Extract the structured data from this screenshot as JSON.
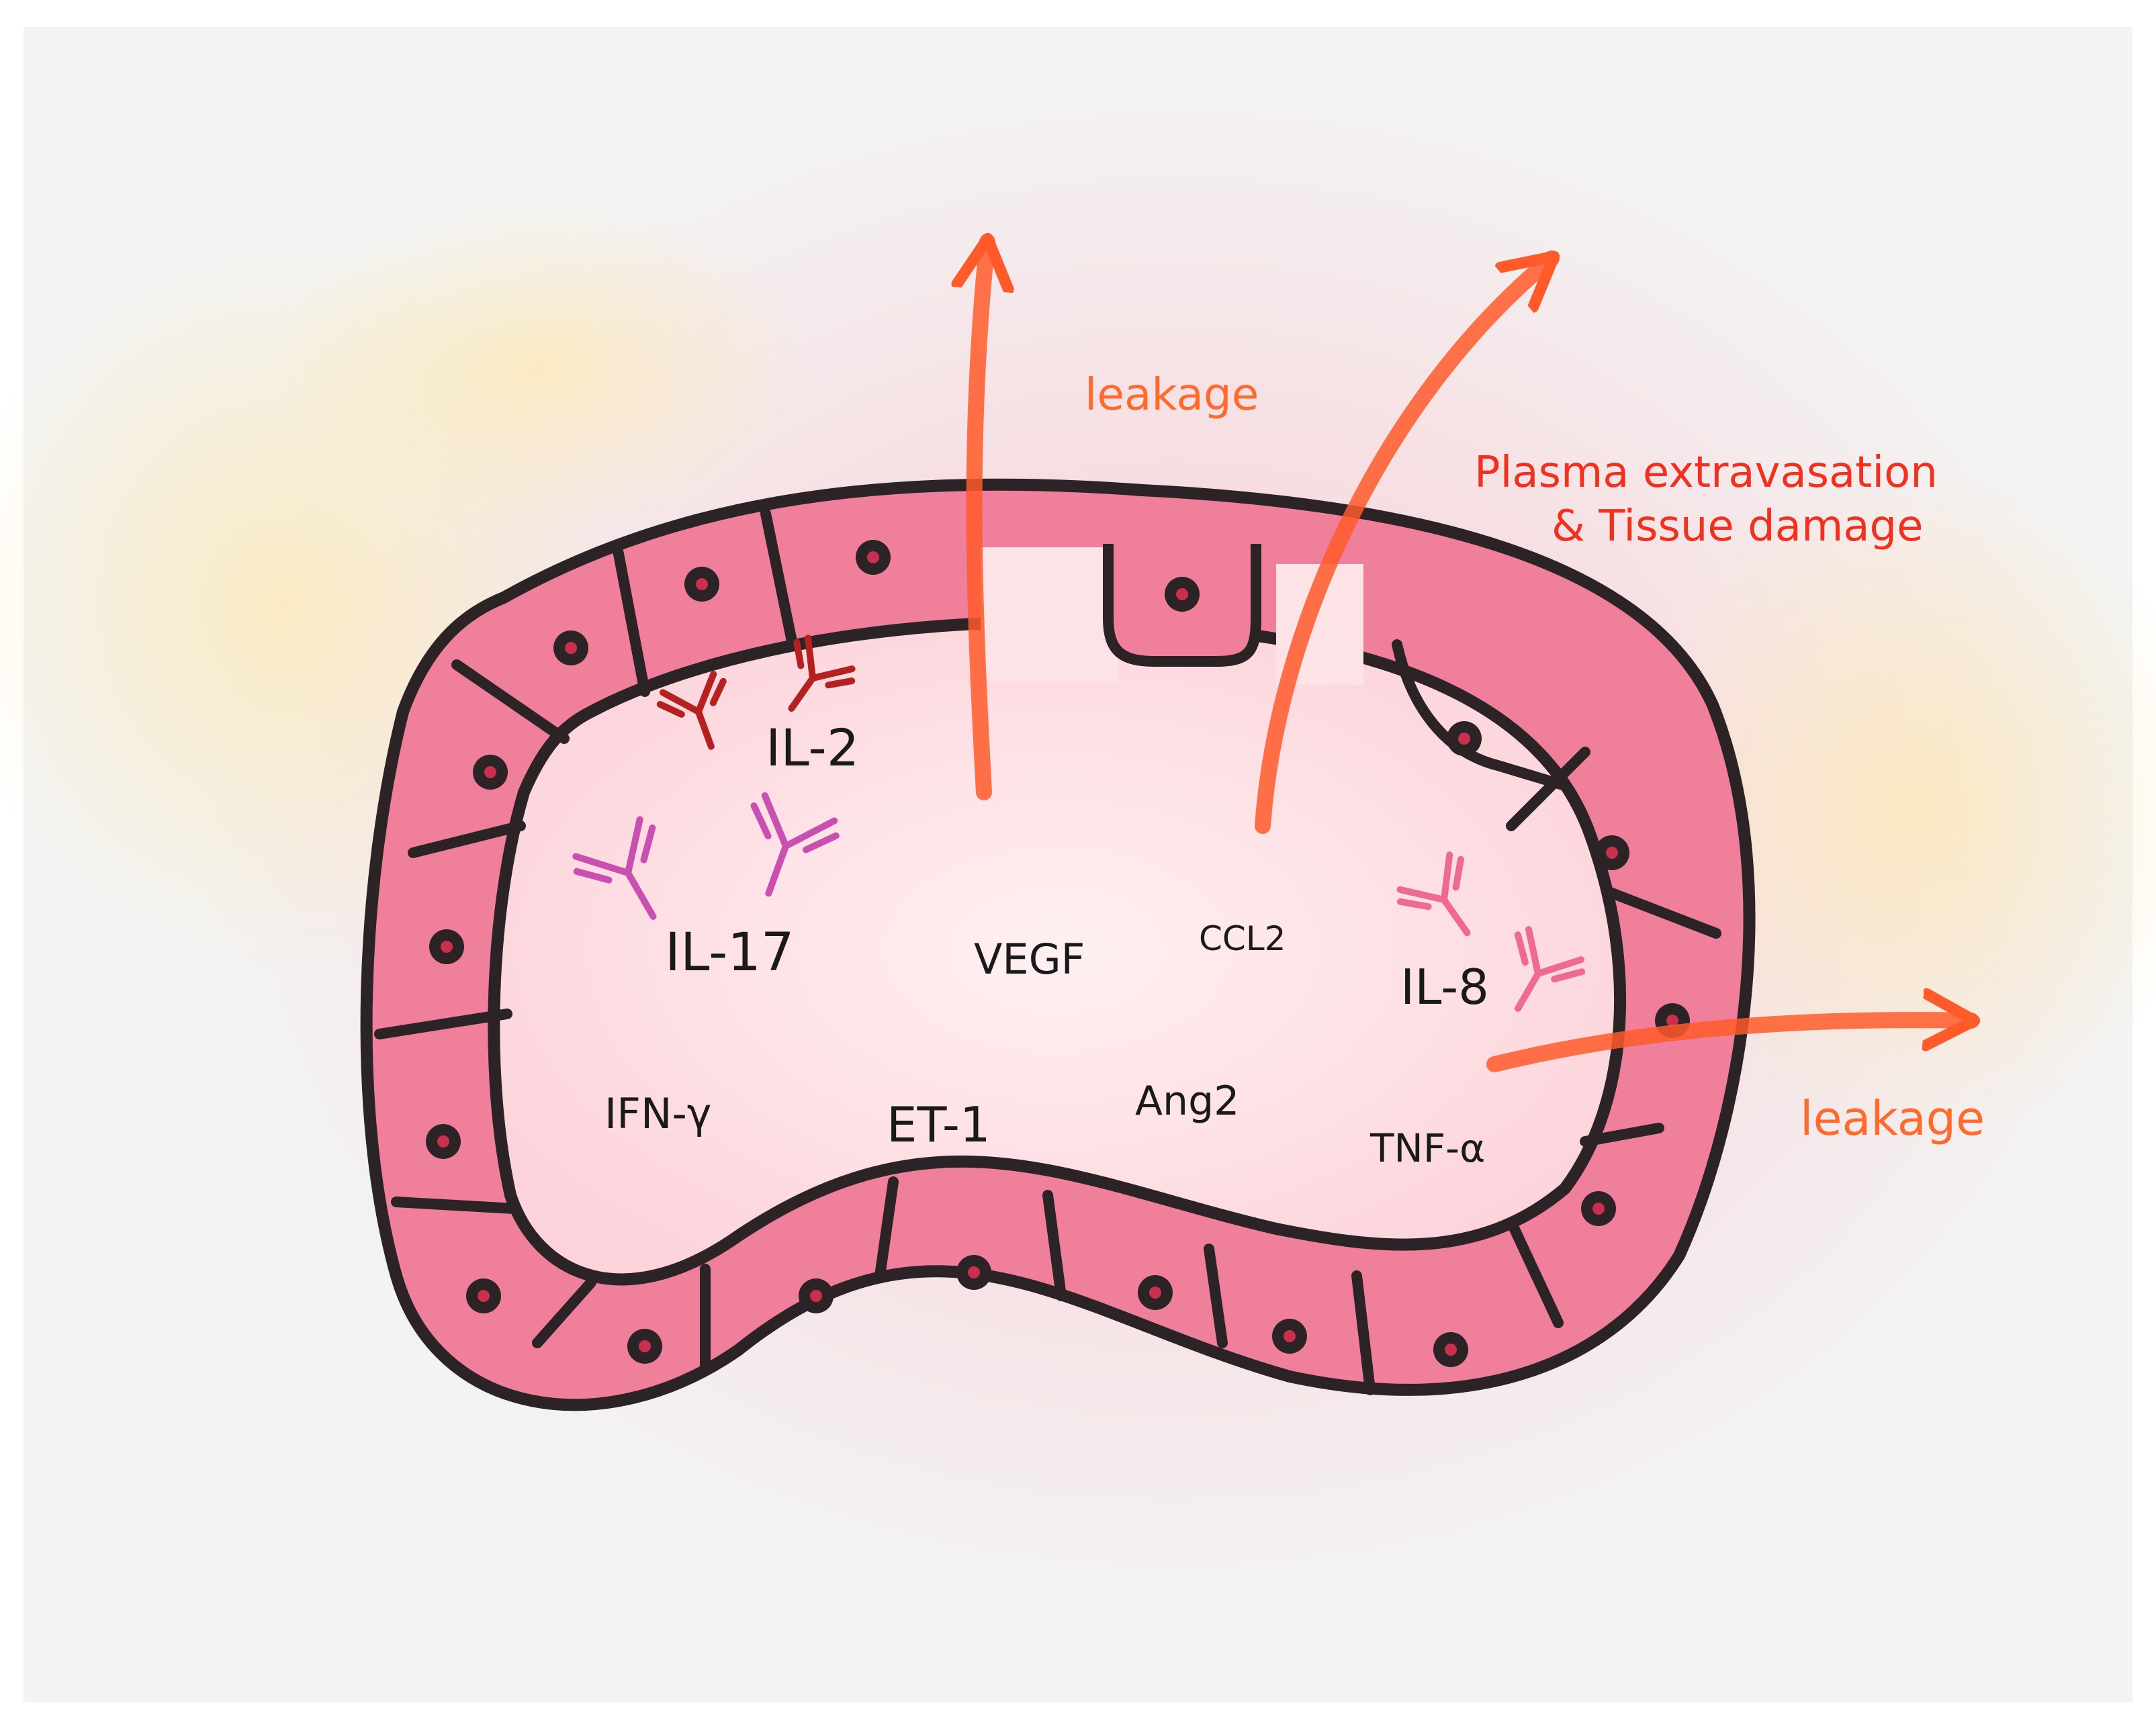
{
  "labels": {
    "il2": "IL-2",
    "il17": "IL-17",
    "vegf": "VEGF",
    "ccl2": "CCL2",
    "il8": "IL-8",
    "ifng": "IFN-γ",
    "et1": "ET-1",
    "ang2": "Ang2",
    "tnfa": "TNF-α",
    "leakage_top": "leakage",
    "plasma_line1": "Plasma extravasation",
    "plasma_line2": "& Tissue damage",
    "leakage_right": "leakage"
  },
  "colors": {
    "background": "#f3f3f3",
    "cell_fill": "#f07f9c",
    "outline": "#2b2326",
    "nucleus_dot": "#c8304e",
    "lumen": "#fde3e6",
    "arrow": "#ff5a2a",
    "text_orange": "#ff6b2e",
    "text_red": "#f2301f",
    "antibody_red": "#b52020",
    "antibody_purple": "#c94fb0",
    "antibody_pink": "#ee6a92"
  }
}
